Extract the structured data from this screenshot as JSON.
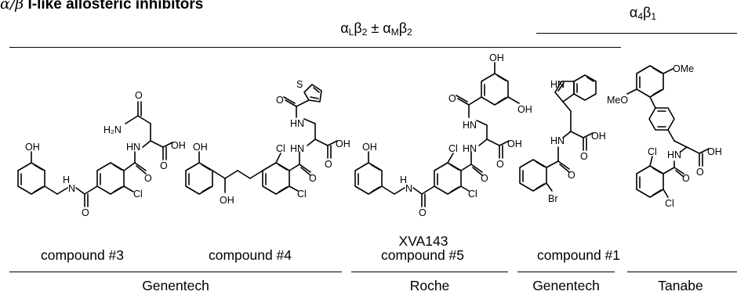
{
  "title": {
    "prefix": "",
    "greek": "α/β",
    "rest": " I-like allosteric inhibitors"
  },
  "groups": {
    "lfa": {
      "a": "α",
      "asub": "L",
      "b": "β",
      "bsub": "2",
      "pm": " ± ",
      "c": "α",
      "csub": "M",
      "d": "β",
      "dsub": "2"
    },
    "vla": {
      "a": "α",
      "asub": "4",
      "b": "β",
      "bsub": "1"
    }
  },
  "compounds": {
    "c3": "compound #3",
    "c4": "compound #4",
    "c5_name": "XVA143",
    "c5": "compound #5",
    "c1": "compound #1"
  },
  "companies": {
    "genentech_a": "Genentech",
    "roche": "Roche",
    "genentech_b": "Genentech",
    "tanabe": "Tanabe"
  },
  "atoms": {
    "oh": "OH",
    "nh": "H",
    "n": "N",
    "hn": "HN",
    "o": "O",
    "cl": "Cl",
    "h2n": "H₂N",
    "s": "S",
    "br": "Br",
    "ome": "OMe",
    "meo": "MeO"
  }
}
